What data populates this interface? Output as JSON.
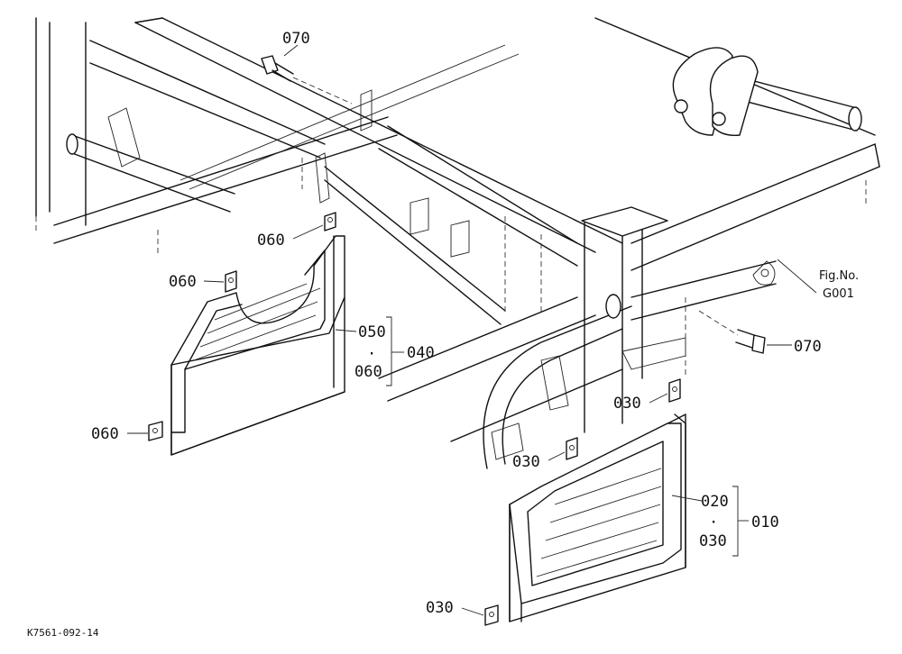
{
  "figure_ref": {
    "line1": "Fig.No.",
    "line2": "G001"
  },
  "drawing_code": "K7561-092-14",
  "labels": {
    "bolt_top": "070",
    "bolt_right": "070",
    "clip_060_a": "060",
    "clip_060_b": "060",
    "clip_060_c": "060",
    "cover_050": "050",
    "group_040": "040",
    "group_040_sub": "060",
    "clip_030_a": "030",
    "clip_030_b": "030",
    "clip_030_c": "030",
    "cover_020": "020",
    "group_010": "010",
    "group_010_sub": "030",
    "dot": "·"
  }
}
